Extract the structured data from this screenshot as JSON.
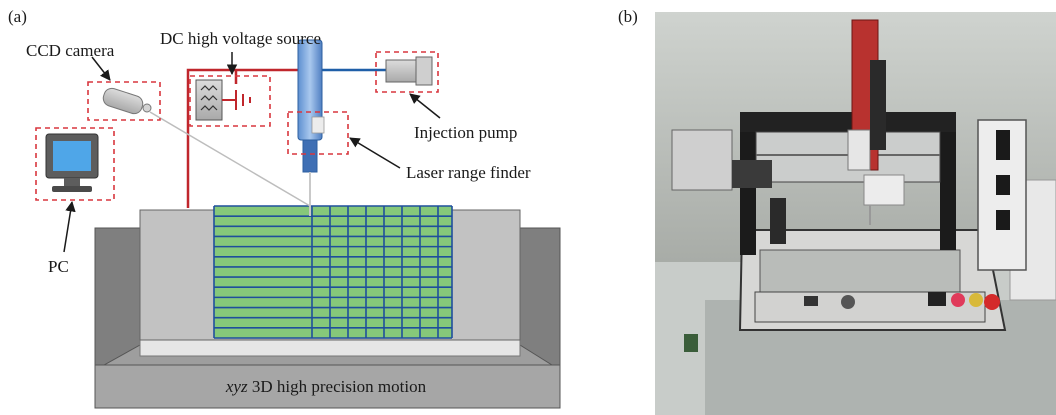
{
  "panel_a": {
    "tag": "(a)",
    "labels": {
      "ccd_camera": "CCD camera",
      "dc_source": "DC high voltage source",
      "injection_pump": "Injection pump",
      "laser_range_finder": "Laser range finder",
      "pc": "PC",
      "stage_italic": "xyz",
      "stage_rest": " 3D high precision motion"
    },
    "colors": {
      "wire": "#c0262c",
      "tube": "#1f5fa8",
      "grid_fill": "#86c87a",
      "grid_line": "#1f4f9c",
      "dash": "#d9363e"
    }
  },
  "panel_b": {
    "tag": "(b)"
  }
}
